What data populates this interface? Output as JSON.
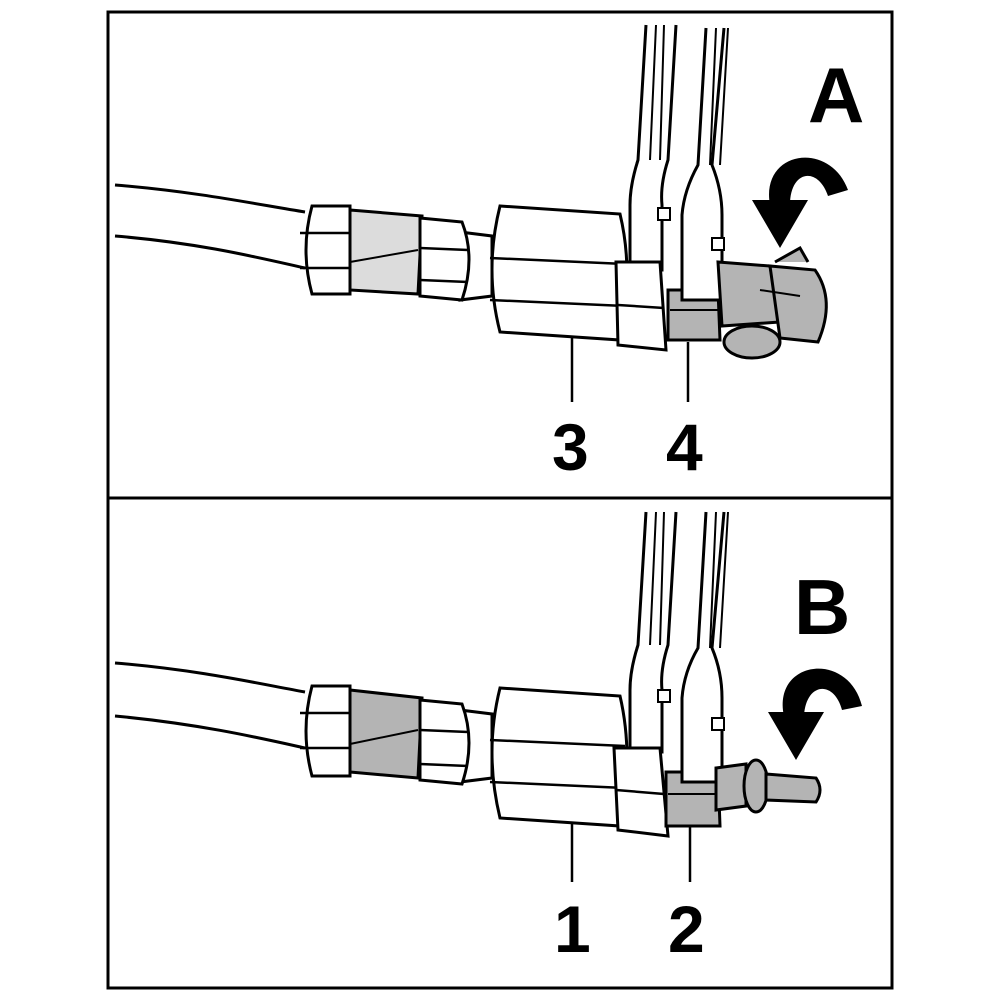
{
  "panels": [
    {
      "letter": "A",
      "callouts": [
        "3",
        "4"
      ]
    },
    {
      "letter": "B",
      "callouts": [
        "1",
        "2"
      ]
    }
  ],
  "colors": {
    "outline": "#000000",
    "part_fill": "#ffffff",
    "highlight_light": "#dcdcdc",
    "highlight_gray": "#b4b4b4"
  },
  "icons": [
    "rotate-arrow-icon",
    "wrench-icon",
    "hose-icon"
  ]
}
